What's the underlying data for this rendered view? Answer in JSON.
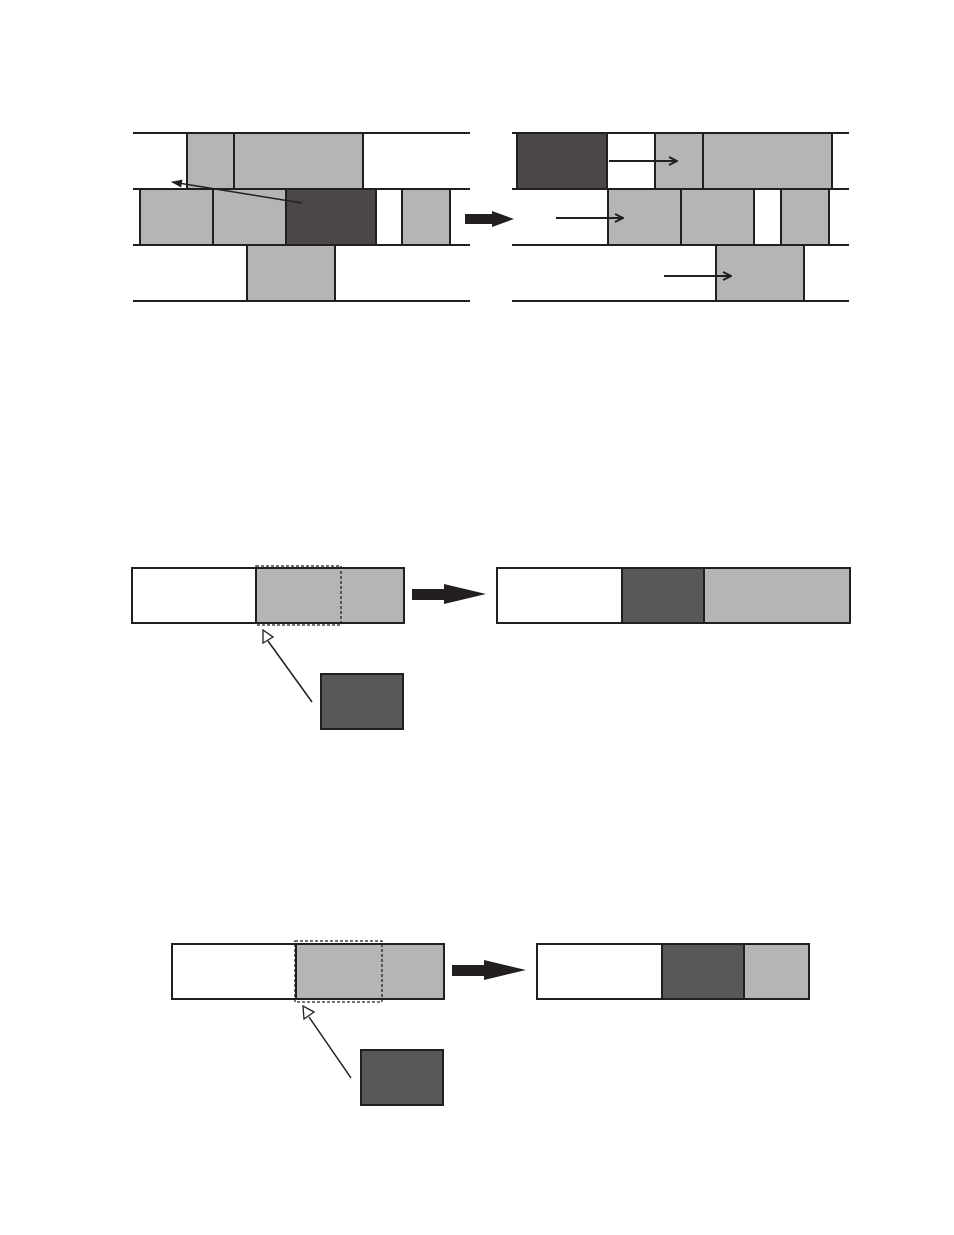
{
  "colors": {
    "dark_clip": "#4b4748",
    "light_clip": "#b5b5b5",
    "empty": "#ffffff",
    "line": "#231f20",
    "floating_clip": "#58585a"
  },
  "figures": [
    {
      "id": "multi-track-ripple",
      "before": {
        "tracks": 3,
        "description_hidden": true
      },
      "after": {
        "tracks": 3
      }
    },
    {
      "id": "insert-edit-overwrite"
    },
    {
      "id": "overwrite-edit"
    }
  ]
}
